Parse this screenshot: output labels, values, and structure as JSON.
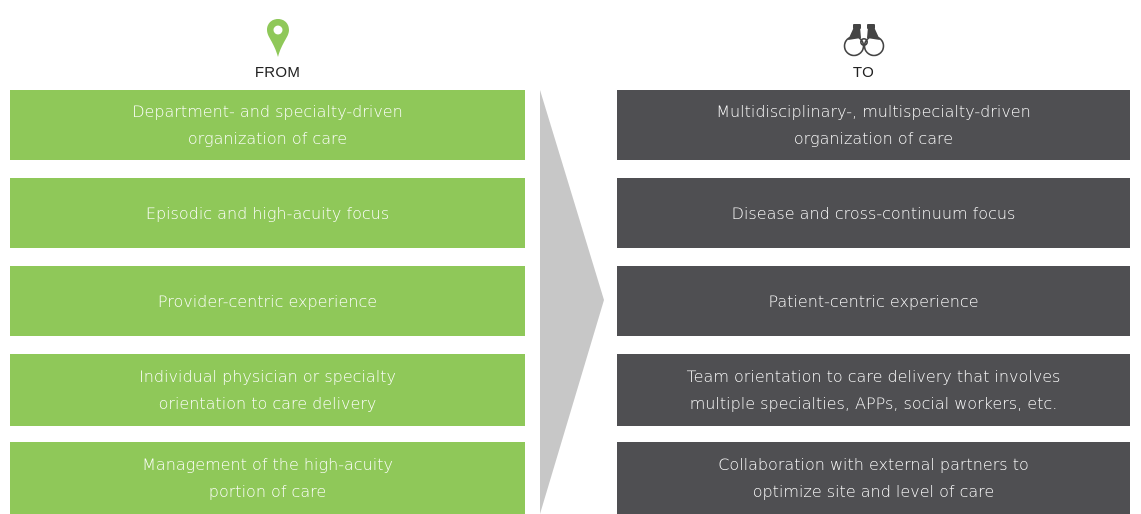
{
  "from": {
    "label": "FROM",
    "icon": "location-pin-icon",
    "color": "#8fc859",
    "items": [
      "Department- and specialty-driven\norganization of care",
      "Episodic and high-acuity focus",
      "Provider-centric experience",
      "Individual physician or specialty\norientation to care delivery",
      "Management of the high-acuity\nportion of care"
    ]
  },
  "to": {
    "label": "TO",
    "icon": "binoculars-icon",
    "color": "#4f4f52",
    "items": [
      "Multidisciplinary-, multispecialty-driven\norganization of care",
      "Disease and cross-continuum focus",
      "Patient-centric experience",
      "Team orientation to care delivery that involves\nmultiple specialties, APPs, social workers, etc.",
      "Collaboration with external partners to\noptimize site and level of care"
    ]
  },
  "arrow_color": "#c7c7c7"
}
